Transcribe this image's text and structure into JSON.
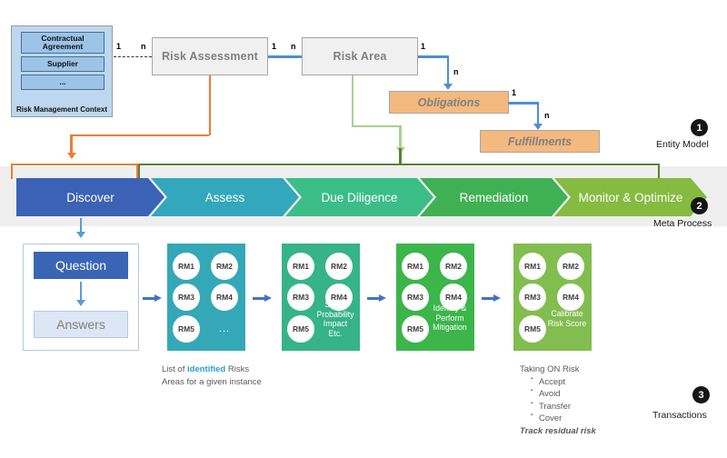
{
  "entity_model": {
    "context": {
      "caption": "Risk Management Context",
      "items": [
        "Contractual Agreement",
        "Supplier",
        "..."
      ]
    },
    "boxes": {
      "risk_assessment": "Risk Assessment",
      "risk_area": "Risk Area",
      "obligations": "Obligations",
      "fulfillments": "Fulfillments"
    },
    "cardinalities": {
      "ctx_one": "1",
      "ra_many": "n",
      "ra_one": "1",
      "rarea_many": "n",
      "rarea_one": "1",
      "obl_many": "n",
      "obl_one": "1",
      "ful_many": "n"
    }
  },
  "meta_process": {
    "stages": [
      {
        "label": "Discover",
        "color": "#3b62b5"
      },
      {
        "label": "Assess",
        "color": "#33a7bb"
      },
      {
        "label": "Due Diligence",
        "color": "#3bbd88"
      },
      {
        "label": "Remediation",
        "color": "#40b054"
      },
      {
        "label": "Monitor & Optimize",
        "color": "#84bb40"
      }
    ]
  },
  "transactions": {
    "qa": {
      "question": "Question",
      "answers": "Answers"
    },
    "stages": [
      {
        "color": "#35a8b8",
        "rms": [
          "RM1",
          "RM2",
          "RM3",
          "RM4",
          "RM5"
        ],
        "dots": "...",
        "caption": ""
      },
      {
        "color": "#36b388",
        "rms": [
          "RM1",
          "RM2",
          "RM3",
          "RM4",
          "RM5"
        ],
        "dots": "",
        "caption": "Score\nProbability\nImpact\nEtc."
      },
      {
        "color": "#3cb54a",
        "rms": [
          "RM1",
          "RM2",
          "RM3",
          "RM4",
          "RM5"
        ],
        "dots": "",
        "caption": "Identify &\nPerform\nMitigation"
      },
      {
        "color": "#82bd4f",
        "rms": [
          "RM1",
          "RM2",
          "RM3",
          "RM4",
          "RM5"
        ],
        "dots": "",
        "caption": "Calibrate\nRisk Score"
      }
    ],
    "note_left_prefix": "List of ",
    "note_left_highlight": "identified",
    "note_left_suffix": " Risks",
    "note_left_line2": "Areas for a given instance",
    "note_right_title": "Taking ON Risk",
    "note_right_bullets": [
      "Accept",
      "Avoid",
      "Transfer",
      "Cover"
    ],
    "note_right_footer": "Track residual risk"
  },
  "badges": [
    {
      "number": "1",
      "label": "Entity Model"
    },
    {
      "number": "2",
      "label": "Meta Process"
    },
    {
      "number": "3",
      "label": "Transactions"
    }
  ],
  "colors": {
    "blue_connector": "#4a90d9",
    "orange_connector": "#ed7d31",
    "green_connector": "#a9d18e",
    "dark_green_bracket": "#548235",
    "obligation_fill": "#f4b97f",
    "entity_fill": "#f0f0f0",
    "band_bg": "#efefef",
    "highlight": "#2e9bd6"
  }
}
